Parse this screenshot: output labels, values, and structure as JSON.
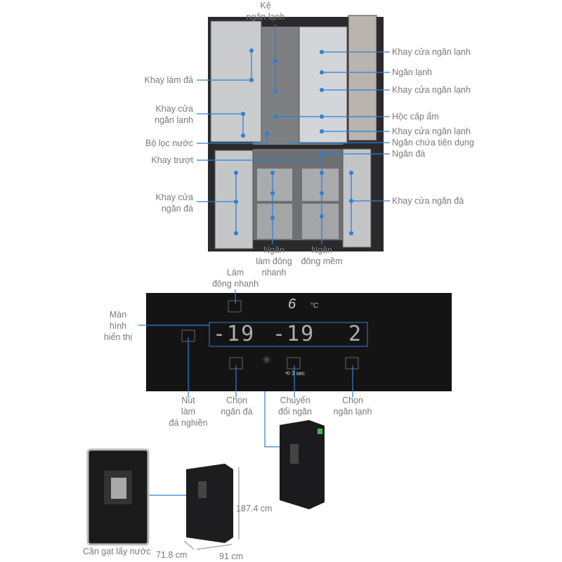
{
  "colors": {
    "accent": "#2f7fd6",
    "label": "#7a7a7a",
    "panel": "#141414",
    "fridge": "#2a2a2c"
  },
  "top_label": [
    "Kệ",
    "ngăn lạnh"
  ],
  "left_labels": [
    {
      "lines": [
        "Khay làm đá"
      ]
    },
    {
      "lines": [
        "Khay cửa",
        "ngăn lạnh"
      ]
    },
    {
      "lines": [
        "Bộ lọc nước"
      ]
    },
    {
      "lines": [
        "Khay trượt"
      ]
    },
    {
      "lines": [
        "Khay cửa",
        "ngăn đá"
      ]
    }
  ],
  "right_labels": [
    "Khay cửa ngăn lạnh",
    "Ngăn lạnh",
    "Khay cửa ngăn lạnh",
    "Hộc cấp ẩm",
    "Khay cửa ngăn lạnh",
    "Ngăn chứa tiện dụng",
    "Ngăn đá",
    "Khay cửa ngăn đá"
  ],
  "bottom_labels": [
    {
      "lines": [
        "Ngăn",
        "làm đông",
        "nhanh"
      ]
    },
    {
      "lines": [
        "Ngăn",
        "đông mềm"
      ]
    }
  ],
  "panel": {
    "display": [
      "-19",
      "-19",
      "2"
    ],
    "brand_mark": "6",
    "unit": "°C",
    "hold_hint": "⟲ 3 sec",
    "labels": {
      "quick_freeze": [
        "Làm",
        "đông nhanh"
      ],
      "display": [
        "Màn",
        "hình",
        "hiển thị"
      ],
      "crushed_ice": [
        "Nút",
        "làm",
        "đá nghiền"
      ],
      "select_freezer": [
        "Chọn",
        "ngăn đá"
      ],
      "switch": [
        "Chuyển",
        "đổi ngăn"
      ],
      "select_fridge": [
        "Chọn",
        "ngăn lạnh"
      ]
    }
  },
  "dimensions": {
    "height": "187.4 cm",
    "depth": "71.8 cm",
    "width": "91 cm",
    "lever": "Cần gạt lấy nước"
  }
}
